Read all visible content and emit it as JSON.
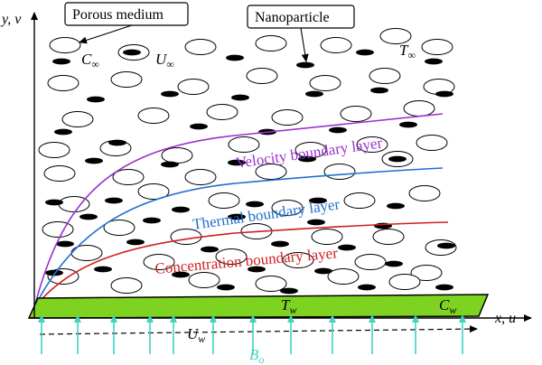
{
  "axes": {
    "x_label": "x, u",
    "y_label": "y, v"
  },
  "callouts": {
    "porous_medium": "Porous medium",
    "nanoparticle": "Nanoparticle"
  },
  "symbols": {
    "c_inf": "C",
    "c_inf_sub": "∞",
    "u_inf": "U",
    "u_inf_sub": "∞",
    "t_inf": "T",
    "t_inf_sub": "∞",
    "t_w": "T",
    "t_w_sub": "w",
    "c_w": "C",
    "c_w_sub": "w",
    "u_w": "U",
    "u_w_sub": "w",
    "b_o": "B",
    "b_o_sub": "o"
  },
  "layers": {
    "velocity": "Velocity boundary layer",
    "thermal": "Thermal boundary layer",
    "concentration": "Concentration boundary layer"
  },
  "colors": {
    "velocity": "#9b30d0",
    "thermal": "#1f6fd1",
    "concentration": "#d01f1f",
    "plate": "#7ed321",
    "field_arrows": "#3fd3c0",
    "b_label": "#3fd3c0"
  }
}
